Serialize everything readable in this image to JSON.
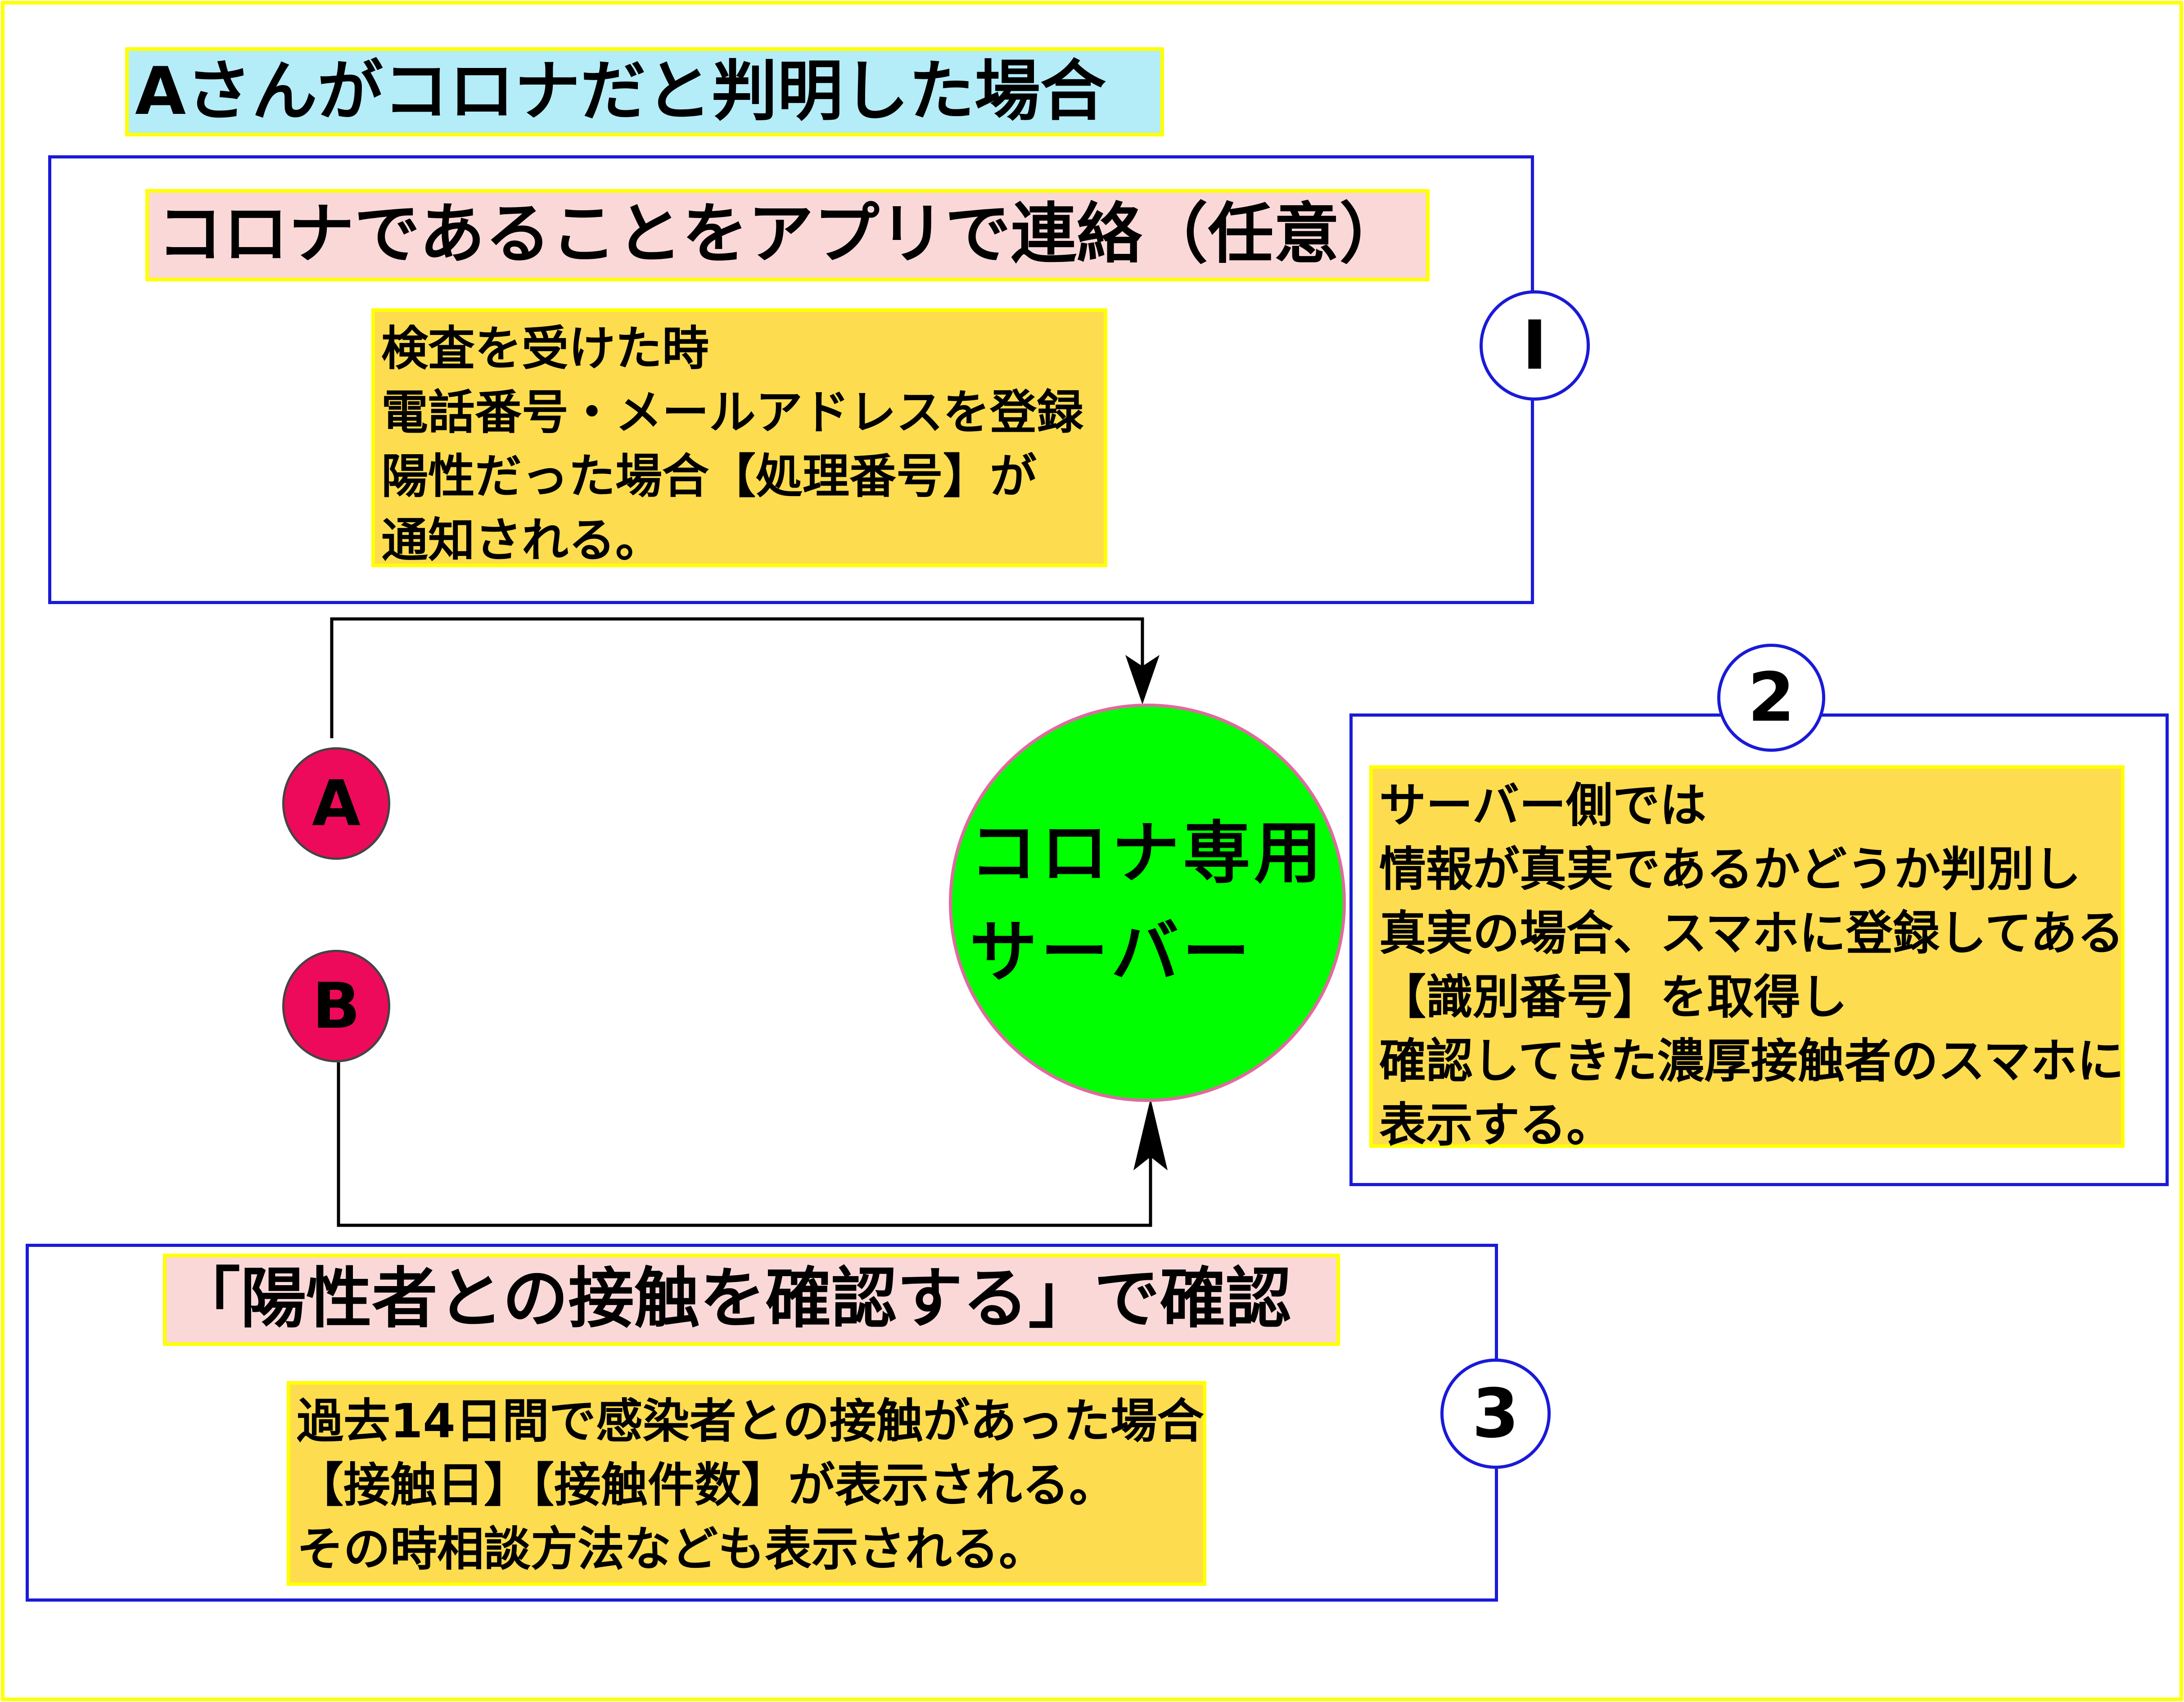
{
  "title": "Aさんがコロナだと判明した場合",
  "steps": [
    {
      "number": "Ⅰ",
      "heading": "コロナであることをアプリで連絡（任意）",
      "lines": [
        "検査を受けた時",
        "電話番号・メールアドレスを登録",
        "陽性だった場合【処理番号】が",
        "通知される。"
      ]
    },
    {
      "number": "2",
      "lines": [
        "サーバー側では",
        "情報が真実であるかどうか判別し",
        "真実の場合、スマホに登録してある",
        "【識別番号】を取得し",
        "確認してきた濃厚接触者のスマホに",
        "表示する。"
      ]
    },
    {
      "number": "3",
      "heading": "「陽性者との接触を確認する」で確認",
      "lines": [
        "過去14日間で感染者との接触があった場合",
        "【接触日】【接触件数】が表示される。",
        "その時相談方法なども表示される。"
      ]
    }
  ],
  "actors": {
    "a": "A",
    "b": "B"
  },
  "server": {
    "line1": "コロナ専用",
    "line2": "サーバー"
  },
  "colors": {
    "frame_border": "#1a1ad8",
    "outer_border": "#ffff00",
    "title_bg": "#b4ecf8",
    "heading_bg": "#fbd8d8",
    "note_bg": "#fddc4f",
    "actor_fill": "#ee0a5a",
    "server_fill": "#00ff00",
    "server_border": "#e06aa0"
  }
}
